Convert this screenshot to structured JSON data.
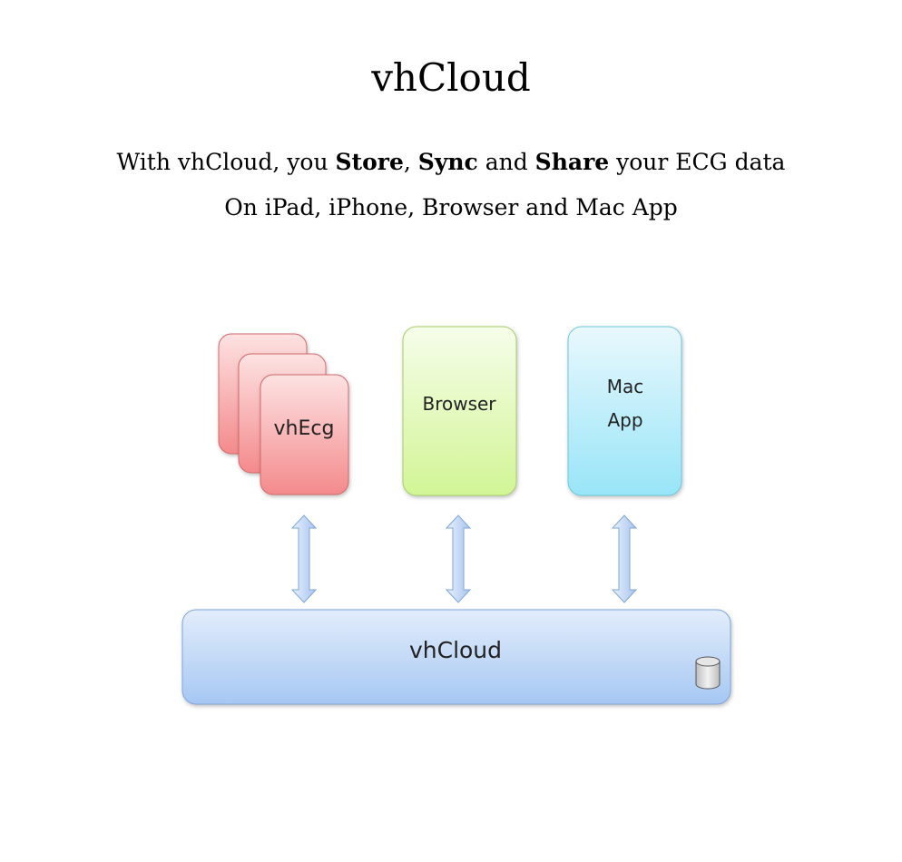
{
  "title": "vhCloud",
  "subtitle": {
    "line1": {
      "part1": "With vhCloud, you ",
      "store": "Store",
      "sep1": ", ",
      "sync": "Sync",
      "sep2": " and ",
      "share": "Share",
      "part2": " your ECG data"
    },
    "line2": "On iPad, iPhone, Browser and Mac App"
  },
  "diagram": {
    "clients": {
      "vhecg": {
        "label": "vhEcg",
        "color": "#f48a8c"
      },
      "browser": {
        "label": "Browser",
        "color": "#d5f59a"
      },
      "mac_app": {
        "label_line1": "Mac",
        "label_line2": "App",
        "color": "#a0e7f8"
      }
    },
    "cloud": {
      "label": "vhCloud",
      "color": "#a9c9f3",
      "icon": "database-icon"
    },
    "arrows": {
      "type": "bidirectional",
      "color": "#bcd3f3"
    }
  }
}
